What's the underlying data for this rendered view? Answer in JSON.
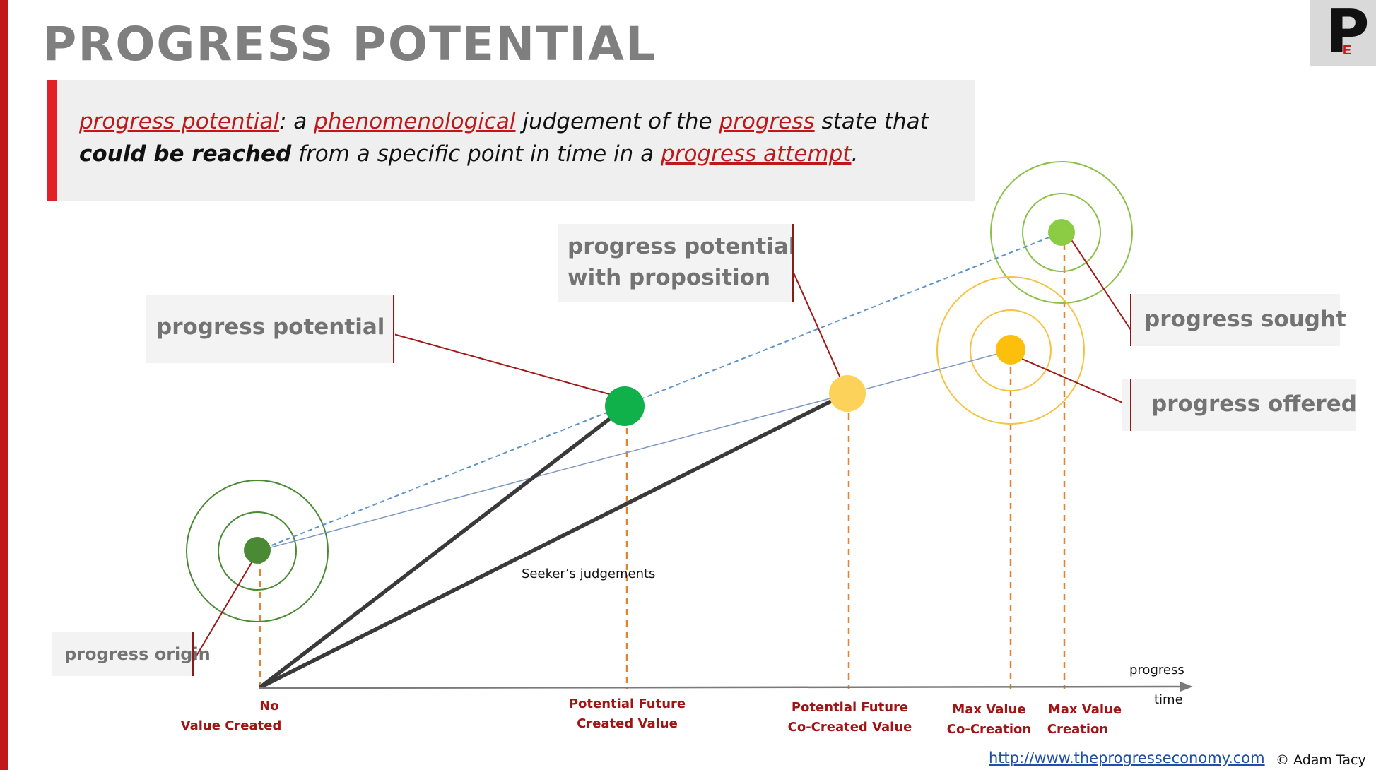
{
  "slide": {
    "title": "PROGRESS POTENTIAL",
    "logo": {
      "letter": "P",
      "sub_letter": "E"
    }
  },
  "definition": {
    "term": "progress potential",
    "part1": ": a ",
    "link1": "phenomenological",
    "part2": " judgement of the ",
    "link2": "progress",
    "part3": " state that ",
    "bold1": "could be reached",
    "part4": " from a specific point in time in a ",
    "link3": "progress attempt",
    "part5": "."
  },
  "labels": {
    "potential": "progress potential",
    "potential_proposition_line1": "progress potential",
    "potential_proposition_line2": "with proposition",
    "sought": "progress sought",
    "offered": "progress offered",
    "origin": "progress origin",
    "seeker": "Seeker’s judgements"
  },
  "axis": {
    "progress": "progress",
    "time": "time",
    "ticks": [
      {
        "line1": "No",
        "line2": "Value Created"
      },
      {
        "line1": "Potential Future",
        "line2": "Created Value"
      },
      {
        "line1": "Potential Future",
        "line2": "Co-Created Value"
      },
      {
        "line1": "Max Value",
        "line2": "Co-Creation"
      },
      {
        "line1": "Max Value",
        "line2": "Creation"
      }
    ]
  },
  "footer": {
    "url": "http://www.theprogresseconomy.com",
    "copyright": "© Adam Tacy"
  },
  "colors": {
    "accent_red": "#c0171b",
    "origin_green": "#4a8a34",
    "potential_green": "#10b04a",
    "proposition_yellow": "#fcd25a",
    "offered_orange": "#fbbf0c",
    "sought_green": "#8ccc44",
    "guide_orange": "#e08432"
  }
}
